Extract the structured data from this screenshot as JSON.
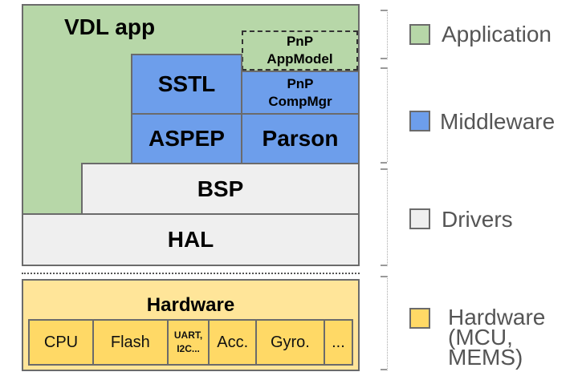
{
  "layers": {
    "vdl_app": "VDL app",
    "pnp_appmodel": "PnP\nAppModel",
    "sstl": "SSTL",
    "pnp_compmgr": "PnP\nCompMgr",
    "aspep": "ASPEP",
    "parson": "Parson",
    "bsp": "BSP",
    "hal": "HAL",
    "hardware": "Hardware"
  },
  "hardware_cells": [
    "CPU",
    "Flash",
    "UART,\nI2C...",
    "Acc.",
    "Gyro.",
    "..."
  ],
  "legend": [
    {
      "label": "Application",
      "color": "#b7d7a8"
    },
    {
      "label": "Middleware",
      "color": "#6d9eeb"
    },
    {
      "label": "Drivers",
      "color": "#efefef"
    },
    {
      "label": "Hardware\n(MCU,\nMEMS)",
      "color": "#ffd966"
    }
  ]
}
